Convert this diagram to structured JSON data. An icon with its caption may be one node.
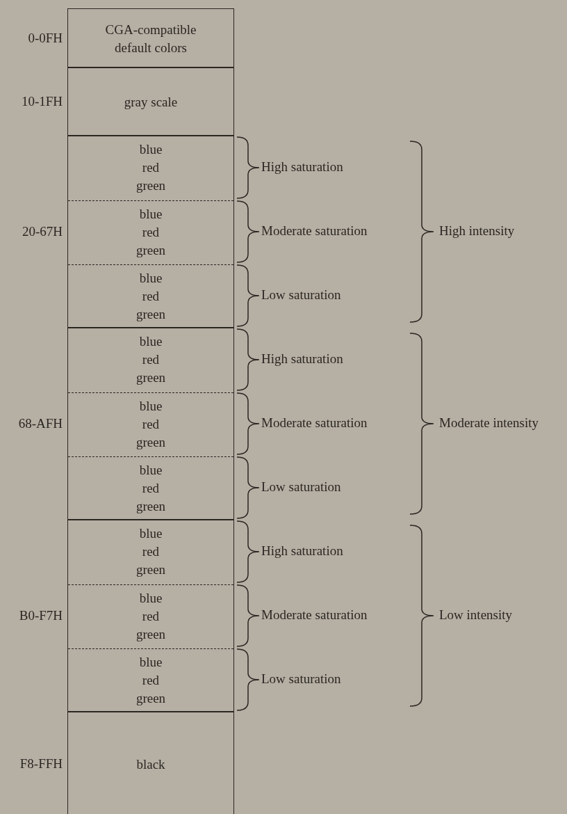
{
  "diagram": {
    "nodes": [
      {
        "text": [
          "CGA-compatible default colors"
        ],
        "beside": [
          "0-0FH"
        ]
      },
      {
        "text": [
          "gray scale"
        ],
        "beside": [
          "10-1FH"
        ]
      },
      {
        "text": [],
        "shape": "box",
        "beside": [
          "20-67H"
        ]
      },
      {
        "text": [
          "blue",
          "red",
          "green"
        ],
        "in": 2
      },
      {
        "text": [
          "blue",
          "red",
          "green"
        ],
        "in": 2
      },
      {
        "text": [
          "blue",
          "red",
          "green"
        ],
        "in": 2
      },
      {
        "text": [],
        "shape": "box",
        "beside": [
          "68-AFH"
        ]
      },
      {
        "text": [
          "blue",
          "red",
          "green"
        ],
        "in": 6
      },
      {
        "text": [
          "blue",
          "red",
          "green"
        ],
        "in": 6
      },
      {
        "text": [
          "blue",
          "red",
          "green"
        ],
        "in": 6
      },
      {
        "text": [],
        "shape": "box",
        "beside": [
          "B0-F7H"
        ]
      },
      {
        "text": [
          "blue",
          "red",
          "green"
        ],
        "in": 10
      },
      {
        "text": [
          "blue",
          "red",
          "green"
        ],
        "in": 10
      },
      {
        "text": [
          "blue",
          "red",
          "green"
        ],
        "in": 10
      },
      {
        "text": [
          "black"
        ],
        "beside": [
          "F8-FFH"
        ]
      }
    ],
    "edges": [],
    "labels": [
      "High saturation",
      "Moderate saturation",
      "Low saturation",
      "High intensity",
      "High saturation",
      "Moderate saturation",
      "Low saturation",
      "Moderate intensity",
      "High saturation",
      "Moderate saturation",
      "Low saturation",
      "Low intensity"
    ]
  }
}
